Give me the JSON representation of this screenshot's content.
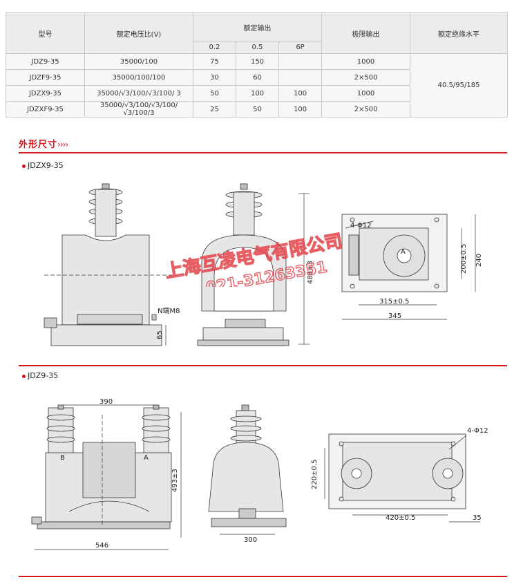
{
  "table": {
    "headers": {
      "model": "型号",
      "voltage_ratio": "额定电压比(V)",
      "rated_output": "额定输出",
      "limit_output": "极限输出",
      "insulation_level": "额定绝缘水平"
    },
    "accuracy_classes": [
      "0.2",
      "0.5",
      "6P"
    ],
    "rows": [
      {
        "model": "JDZ9-35",
        "ratio": "35000/100",
        "c02": "75",
        "c05": "150",
        "c6p": "",
        "limit": "1000"
      },
      {
        "model": "JDZF9-35",
        "ratio": "35000/100/100",
        "c02": "30",
        "c05": "60",
        "c6p": "",
        "limit": "2×500"
      },
      {
        "model": "JDZX9-35",
        "ratio": "35000/√3/100/√3/100/ 3",
        "c02": "50",
        "c05": "100",
        "c6p": "100",
        "limit": "1000"
      },
      {
        "model": "JDZXF9-35",
        "ratio": "35000/√3/100/√3/100/√3/100/3",
        "c02": "25",
        "c05": "50",
        "c6p": "100",
        "limit": "2×500"
      }
    ],
    "insulation_value": "40.5/95/185"
  },
  "section": {
    "title": "外形尺寸",
    "chevrons": "››››"
  },
  "watermark": {
    "company": "上海互凌电气有限公司",
    "phone": "021-31263351"
  },
  "drawing1": {
    "label": "JDZX9-35",
    "terminal_note": "N端M8",
    "dim_65": "65",
    "dim_height": "488±3",
    "dim_holes": "4-Φ12",
    "dim_a": "A",
    "dim_200": "200±0.5",
    "dim_240": "240",
    "dim_315": "315±0.5",
    "dim_345": "345"
  },
  "drawing2": {
    "label": "JDZ9-35",
    "dim_390": "390",
    "label_b": "B",
    "label_a": "A",
    "dim_height": "493±3",
    "dim_546": "546",
    "dim_300": "300",
    "dim_holes": "4-Φ12",
    "dim_220": "220±0.5",
    "dim_420": "420±0.5",
    "dim_35": "35"
  },
  "colors": {
    "accent": "#d7141a",
    "line": "#333333",
    "fill": "#e6e6e6"
  }
}
